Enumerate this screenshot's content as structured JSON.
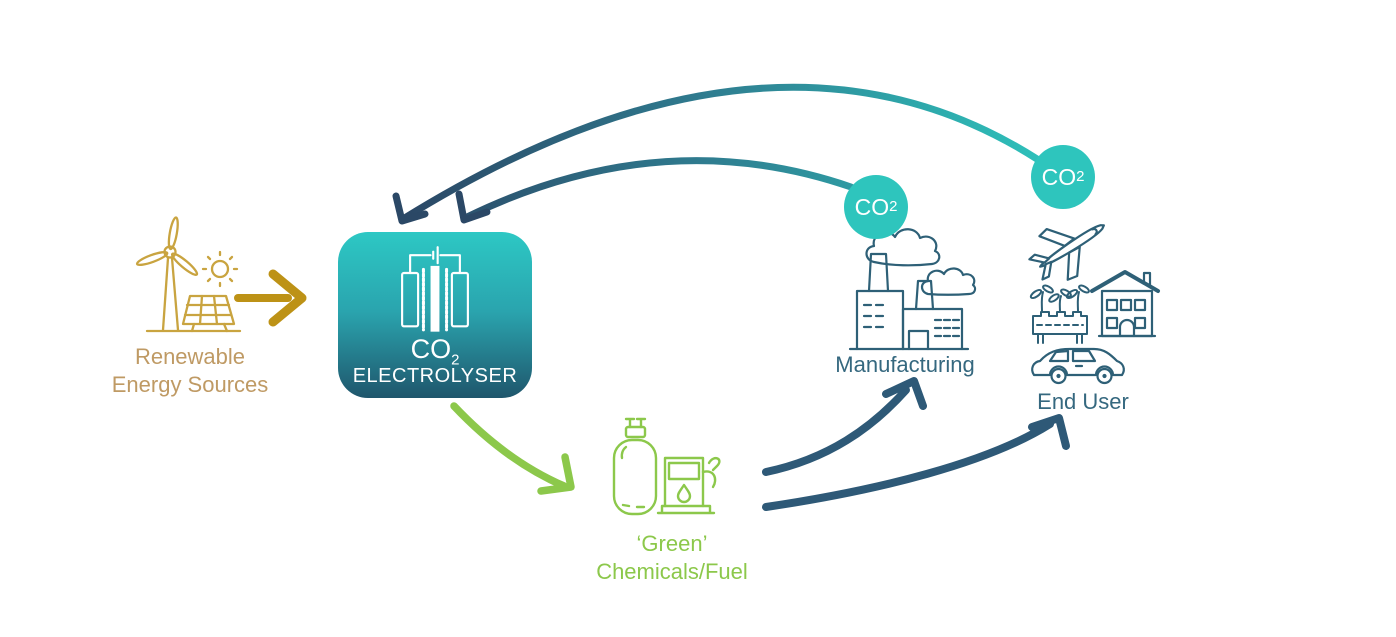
{
  "diagram": {
    "renewable": {
      "line1": "Renewable",
      "line2": "Energy Sources"
    },
    "electrolyser": {
      "formula": "CO",
      "formula_sub": "2",
      "name": "ELECTROLYSER"
    },
    "green_chemicals": {
      "line1": "‘Green’",
      "line2": "Chemicals/Fuel"
    },
    "manufacturing": {
      "label": "Manufacturing"
    },
    "end_user": {
      "label": "End User"
    },
    "co2_badge_manufacturing": {
      "formula": "CO",
      "sub": "2"
    },
    "co2_badge_end_user": {
      "formula": "CO",
      "sub": "2"
    }
  },
  "icons": [
    "wind-turbine-icon",
    "sun-icon",
    "solar-panel-icon",
    "electrolyser-cell-icon",
    "gas-cylinder-icon",
    "fuel-pump-icon",
    "factory-icon",
    "airplane-icon",
    "planter-icon",
    "house-icon",
    "car-icon"
  ],
  "flows": [
    {
      "from": "renewable-energy",
      "to": "co2-electrolyser",
      "color": "#BD9216",
      "style": "straight-arrow"
    },
    {
      "from": "co2-electrolyser",
      "to": "green-chemicals-fuel",
      "color": "#8CC84B",
      "style": "curved-arrow"
    },
    {
      "from": "green-chemicals-fuel",
      "to": "manufacturing",
      "color": "#2E5977",
      "style": "curved-arrow"
    },
    {
      "from": "green-chemicals-fuel",
      "to": "end-user",
      "color": "#2E5977",
      "style": "curved-arrow"
    },
    {
      "from": "co2-badge-manufacturing",
      "to": "co2-electrolyser",
      "color": "gradient-teal-to-darkblue",
      "style": "curved-arrow"
    },
    {
      "from": "co2-badge-end-user",
      "to": "co2-electrolyser",
      "color": "gradient-teal-to-darkblue",
      "style": "curved-arrow"
    }
  ],
  "colors": {
    "gold_arrow": "#BD9216",
    "gold_icon": "#C9A440",
    "tan_text": "#BF9A64",
    "green": "#8CC84B",
    "teal_badge": "#2EC5BD",
    "dark_blue_icon": "#2E6077",
    "dark_blue_text": "#35687F",
    "arrow_dark": "#2B4866",
    "box_gradient_top": "#2DC8C4",
    "box_gradient_bottom": "#1F566C"
  }
}
